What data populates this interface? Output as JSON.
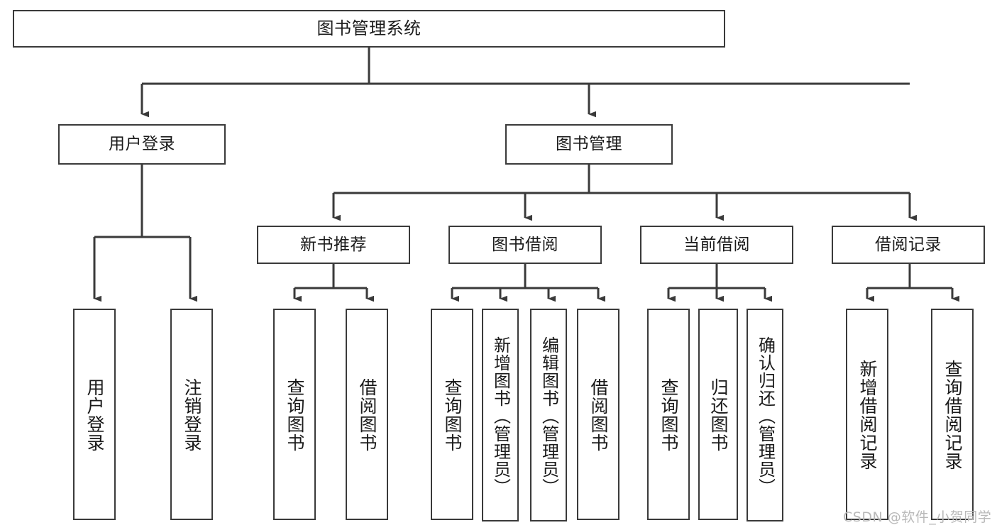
{
  "diagram": {
    "type": "tree-hierarchy",
    "title": "图书管理系统",
    "watermark": "CSDN @软件_小贺同学",
    "colors": {
      "background": "#ffffff",
      "stroke": "#3a3a3a",
      "text": "#1a1a1a",
      "watermark": "#b9b9b9"
    },
    "levels": [
      {
        "level": 1,
        "nodes": [
          {
            "id": "root",
            "label": "图书管理系统",
            "orientation": "horizontal"
          }
        ]
      },
      {
        "level": 2,
        "nodes": [
          {
            "id": "login",
            "label": "用户登录",
            "orientation": "horizontal",
            "parent": "root"
          },
          {
            "id": "bookmgmt",
            "label": "图书管理",
            "orientation": "horizontal",
            "parent": "root"
          }
        ]
      },
      {
        "level": 3,
        "nodes": [
          {
            "id": "newbook",
            "label": "新书推荐",
            "orientation": "horizontal",
            "parent": "bookmgmt"
          },
          {
            "id": "borrow",
            "label": "图书借阅",
            "orientation": "horizontal",
            "parent": "bookmgmt"
          },
          {
            "id": "current",
            "label": "当前借阅",
            "orientation": "horizontal",
            "parent": "bookmgmt"
          },
          {
            "id": "records",
            "label": "借阅记录",
            "orientation": "horizontal",
            "parent": "bookmgmt"
          }
        ]
      },
      {
        "level": 4,
        "nodes": [
          {
            "id": "leaf1",
            "label": "用户登录",
            "orientation": "vertical",
            "parent": "login"
          },
          {
            "id": "leaf2",
            "label": "注销登录",
            "orientation": "vertical",
            "parent": "login"
          },
          {
            "id": "leaf3",
            "label": "查询图书",
            "orientation": "vertical",
            "parent": "newbook"
          },
          {
            "id": "leaf4",
            "label": "借阅图书",
            "orientation": "vertical",
            "parent": "newbook"
          },
          {
            "id": "leaf5",
            "label": "查询图书",
            "orientation": "vertical",
            "parent": "borrow"
          },
          {
            "id": "leaf6",
            "label": "新增图书（管理员）",
            "orientation": "vertical",
            "parent": "borrow"
          },
          {
            "id": "leaf7",
            "label": "编辑图书（管理员）",
            "orientation": "vertical",
            "parent": "borrow"
          },
          {
            "id": "leaf8",
            "label": "借阅图书",
            "orientation": "vertical",
            "parent": "borrow"
          },
          {
            "id": "leaf9",
            "label": "查询图书",
            "orientation": "vertical",
            "parent": "current"
          },
          {
            "id": "leaf10",
            "label": "归还图书",
            "orientation": "vertical",
            "parent": "current"
          },
          {
            "id": "leaf11",
            "label": "确认归还（管理员）",
            "orientation": "vertical",
            "parent": "current"
          },
          {
            "id": "leaf12",
            "label": "新增借阅记录",
            "orientation": "vertical",
            "parent": "records"
          },
          {
            "id": "leaf13",
            "label": "查询借阅记录",
            "orientation": "vertical",
            "parent": "records"
          }
        ]
      }
    ]
  }
}
